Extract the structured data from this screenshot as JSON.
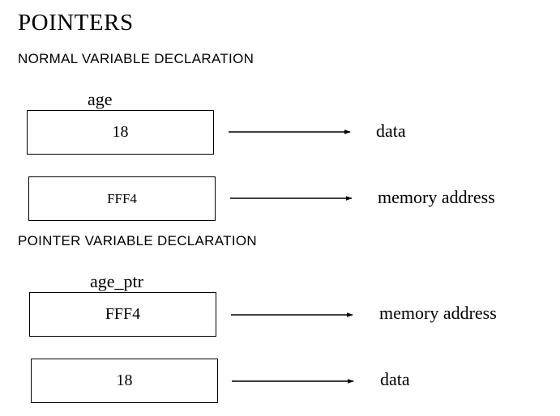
{
  "title": "POINTERS",
  "normal": {
    "heading": "NORMAL VARIABLE DECLARATION",
    "var_name": "age",
    "cells": [
      {
        "value": "18",
        "meaning": "data"
      },
      {
        "value": "FFF4",
        "meaning": "memory address"
      }
    ]
  },
  "pointer": {
    "heading": "POINTER VARIABLE DECLARATION",
    "var_name": "age_ptr",
    "cells": [
      {
        "value": "FFF4",
        "meaning": "memory address"
      },
      {
        "value": "18",
        "meaning": "data"
      }
    ]
  }
}
